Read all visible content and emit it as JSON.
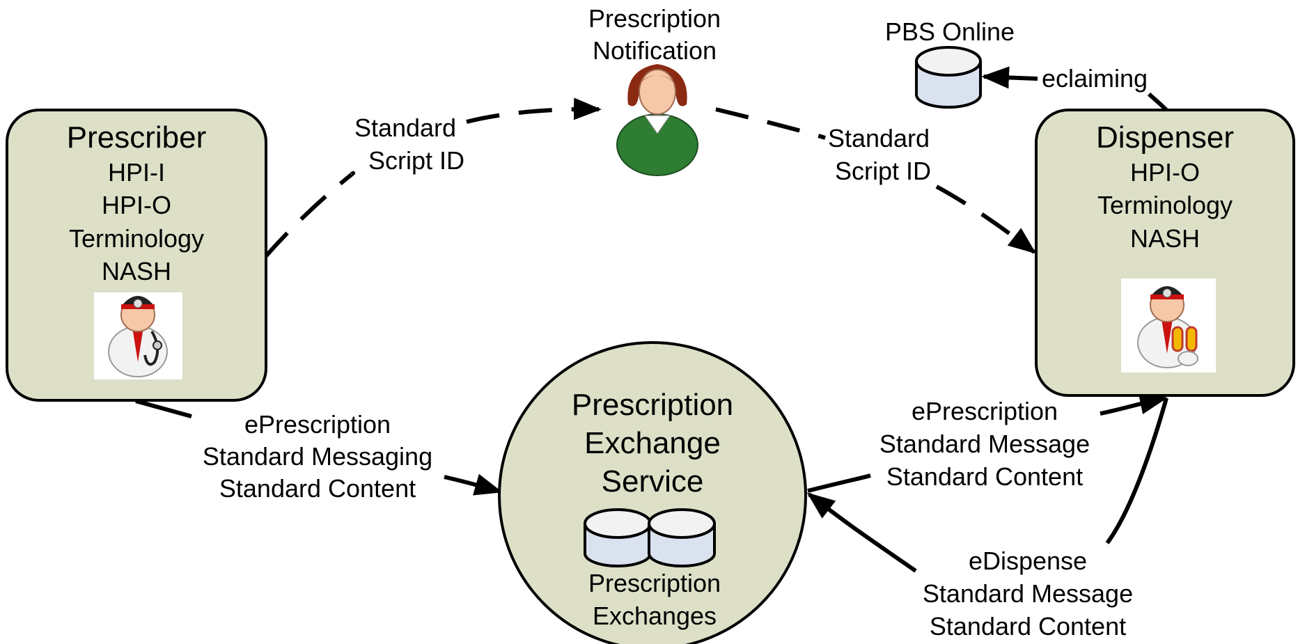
{
  "prescriber": {
    "title": "Prescriber",
    "lines": [
      "HPI-I",
      "HPI-O",
      "Terminology",
      "NASH"
    ]
  },
  "dispenser": {
    "title": "Dispenser",
    "lines": [
      "HPI-O",
      "Terminology",
      "NASH"
    ]
  },
  "exchange": {
    "title": [
      "Prescription",
      "Exchange",
      "Service"
    ],
    "db_label": [
      "Prescription",
      "Exchanges"
    ]
  },
  "notification": {
    "label": [
      "Prescription",
      "Notification"
    ]
  },
  "pbs": {
    "label": "PBS Online",
    "edge_label": "eclaiming"
  },
  "edges": {
    "prescriber_to_notification": [
      "Standard",
      "Script ID"
    ],
    "notification_to_dispenser": [
      "Standard",
      "Script ID"
    ],
    "prescriber_to_exchange": [
      "ePrescription",
      "Standard Messaging",
      "Standard Content"
    ],
    "exchange_to_dispenser": [
      "ePrescription",
      "Standard Message",
      "Standard Content"
    ],
    "dispenser_to_exchange": [
      "eDispense",
      "Standard Message",
      "Standard Content"
    ]
  },
  "colors": {
    "box_fill": "#dde0c7",
    "cylinder_fill": "#d9e2ee",
    "notification_person_shirt": "#2e7d32",
    "notification_person_hair": "#8b2a12"
  },
  "icons": {
    "prescriber": "doctor-with-stethoscope-icon",
    "dispenser": "pharmacist-with-pills-icon",
    "notification": "woman-person-icon",
    "pbs": "database-cylinder-icon",
    "exchange": "database-cylinder-pair-icon"
  }
}
